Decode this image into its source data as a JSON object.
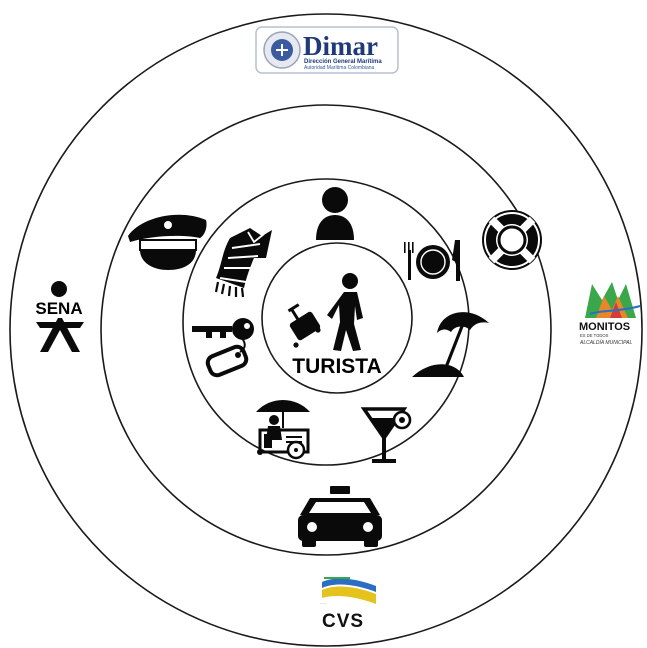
{
  "center": {
    "label": "TURISTA"
  },
  "logos": {
    "dimar": {
      "name": "Dimar",
      "line1": "Dirección General Marítima",
      "line2": "Autoridad Marítima Colombiana"
    },
    "sena": {
      "name": "SENA"
    },
    "monitos": {
      "name": "MONITOS",
      "line1": "ES DE TODOS",
      "line2": "ALCALDÍA MUNICIPAL"
    },
    "cvs": {
      "name": "CVS"
    }
  },
  "icons": [
    "person-icon",
    "plate-cutlery-icon",
    "lifebuoy-icon",
    "beach-umbrella-icon",
    "cocktail-icon",
    "food-cart-icon",
    "keys-icon",
    "poncho-icon",
    "police-cap-icon",
    "taxi-icon",
    "traveler-luggage-icon"
  ],
  "colors": {
    "ink": "#0a0a0a",
    "dimar_blue": "#1f3a7a",
    "monitos_green": "#3aa84a",
    "monitos_orange": "#e8872a",
    "cvs_yellow": "#e6c21c",
    "cvs_blue": "#2a6fc4"
  }
}
